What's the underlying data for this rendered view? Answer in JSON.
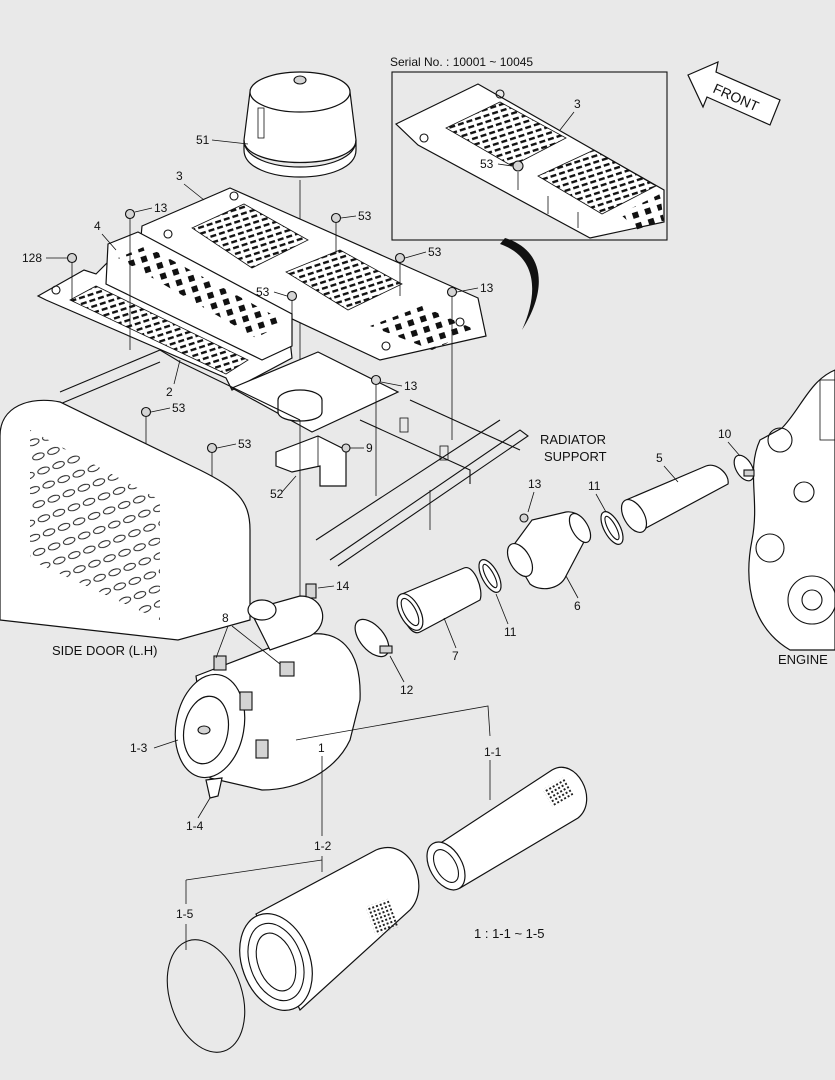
{
  "serial_note": "Serial No. : 10001 ~ 10045",
  "front_label": "FRONT",
  "radiator_support": [
    "RADIATOR",
    "SUPPORT"
  ],
  "side_door_label": "SIDE DOOR (L.H)",
  "engine_label": "ENGINE",
  "kit_note": "1 : 1-1 ~ 1-5",
  "callouts": {
    "p51": "51",
    "p3": "3",
    "p13a": "13",
    "p53a": "53",
    "p4": "4",
    "p128": "128",
    "p53b": "53",
    "p13b": "13",
    "p53c": "53",
    "p2": "2",
    "p13c": "13",
    "p53d": "53",
    "p53e": "53",
    "p9": "9",
    "p52": "52",
    "p3i": "3",
    "p53i": "53",
    "p10": "10",
    "p5": "5",
    "p13d": "13",
    "p11a": "11",
    "p6": "6",
    "p14": "14",
    "p8": "8",
    "p7": "7",
    "p11b": "11",
    "p12": "12",
    "p1": "1",
    "p1_1": "1-1",
    "p1_2": "1-2",
    "p1_3": "1-3",
    "p1_4": "1-4",
    "p1_5": "1-5"
  }
}
